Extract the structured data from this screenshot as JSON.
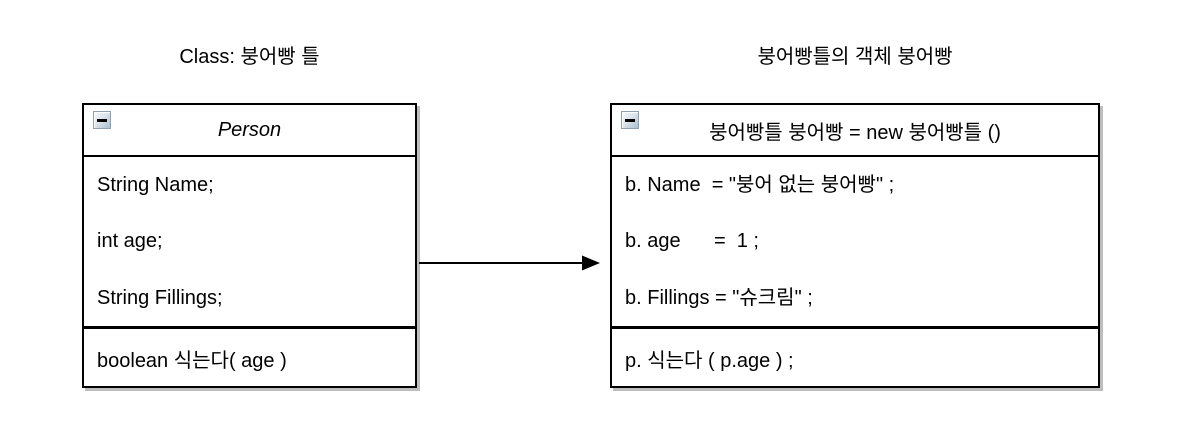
{
  "left_panel": {
    "title": "Class: 붕어빵 틀",
    "box": {
      "collapse_icon": "minus",
      "header": "Person",
      "body": [
        "String Name;",
        "int age;",
        "String Fillings;"
      ],
      "footer": [
        "boolean 식는다( age )"
      ]
    }
  },
  "right_panel": {
    "title": "붕어빵틀의 객체 붕어빵",
    "box": {
      "collapse_icon": "minus",
      "header": "붕어빵틀 붕어빵 = new 붕어빵틀 ()",
      "body": [
        "b. Name  = \"붕어 없는 붕어빵\" ;",
        "b. age      =  1 ;",
        "b. Fillings = \"슈크림\" ;"
      ],
      "footer": [
        "p. 식는다 ( p.age ) ;"
      ]
    }
  },
  "arrow": {
    "direction": "left-to-right"
  },
  "colors": {
    "text": "#000000",
    "border": "#000000",
    "background": "#ffffff",
    "shadow": "#bdbdbd",
    "icon_border": "#8fa0b0",
    "icon_fill_start": "#f7f9fb",
    "icon_fill_end": "#a9bece"
  }
}
